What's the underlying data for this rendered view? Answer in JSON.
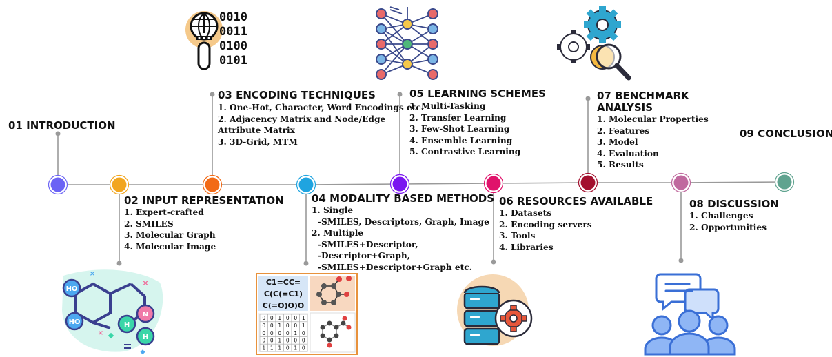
{
  "sections": [
    {
      "num": "01",
      "title": "INTRODUCTION",
      "color": "#6b63f5",
      "items": []
    },
    {
      "num": "02",
      "title": "INPUT REPRESENTATION",
      "color": "#f2a61f",
      "items": [
        "1. Expert-crafted",
        "2. SMILES",
        "3. Molecular Graph",
        "4. Molecular Image"
      ]
    },
    {
      "num": "03",
      "title": "ENCODING TECHNIQUES",
      "color": "#f26a16",
      "items": [
        "1. One-Hot, Character, Word Encodings etc.",
        "2. Adjacency Matrix and Node/Edge Attribute Matrix",
        "3. 3D-Grid, MTM"
      ]
    },
    {
      "num": "04",
      "title": "MODALITY BASED METHODS",
      "color": "#1fa4e0",
      "items": [
        "1. Single",
        "-SMILES, Descriptors, Graph, Image",
        "2. Multiple",
        "-SMILES+Descriptor,",
        "-Descriptor+Graph,",
        "-SMILES+Descriptor+Graph etc."
      ]
    },
    {
      "num": "05",
      "title": "LEARNING SCHEMES",
      "color": "#7a16f0",
      "items": [
        "1. Multi-Tasking",
        "2. Transfer Learning",
        "3. Few-Shot Learning",
        "4. Ensemble Learning",
        "5. Contrastive Learning"
      ]
    },
    {
      "num": "06",
      "title": "RESOURCES AVAILABLE",
      "color": "#e0136b",
      "items": [
        "1. Datasets",
        "2. Encoding servers",
        "3. Tools",
        "4. Libraries"
      ]
    },
    {
      "num": "07",
      "title": "BENCHMARK ANALYSIS",
      "color": "#a3102e",
      "items": [
        "1. Molecular Properties",
        "2. Features",
        "3. Model",
        "4. Evaluation",
        "5. Results"
      ]
    },
    {
      "num": "08",
      "title": "DISCUSSION",
      "color": "#c0699e",
      "items": [
        "1. Challenges",
        "2. Opportunities"
      ]
    },
    {
      "num": "09",
      "title": "CONCLUSION",
      "color": "#5fa38f",
      "items": []
    }
  ],
  "binary_rows": [
    "0010",
    "0011",
    "0100",
    "0101"
  ],
  "smiles_lines": [
    "C1=CC=",
    "C(C(=C1)",
    "C(=O)O)O"
  ],
  "matrix_rows": [
    [
      "0",
      "0",
      "1",
      "0",
      "0",
      "1"
    ],
    [
      "0",
      "0",
      "1",
      "0",
      "0",
      "1"
    ],
    [
      "0",
      "0",
      "0",
      "0",
      "1",
      "0"
    ],
    [
      "0",
      "0",
      "1",
      "0",
      "0",
      "0"
    ],
    [
      "1",
      "1",
      "1",
      "0",
      "1",
      "0"
    ]
  ],
  "molecule_labels": {
    "ho_top": "HO",
    "ho_bottom": "HO",
    "h_left": "H",
    "n": "N",
    "h_bottom": "H"
  }
}
